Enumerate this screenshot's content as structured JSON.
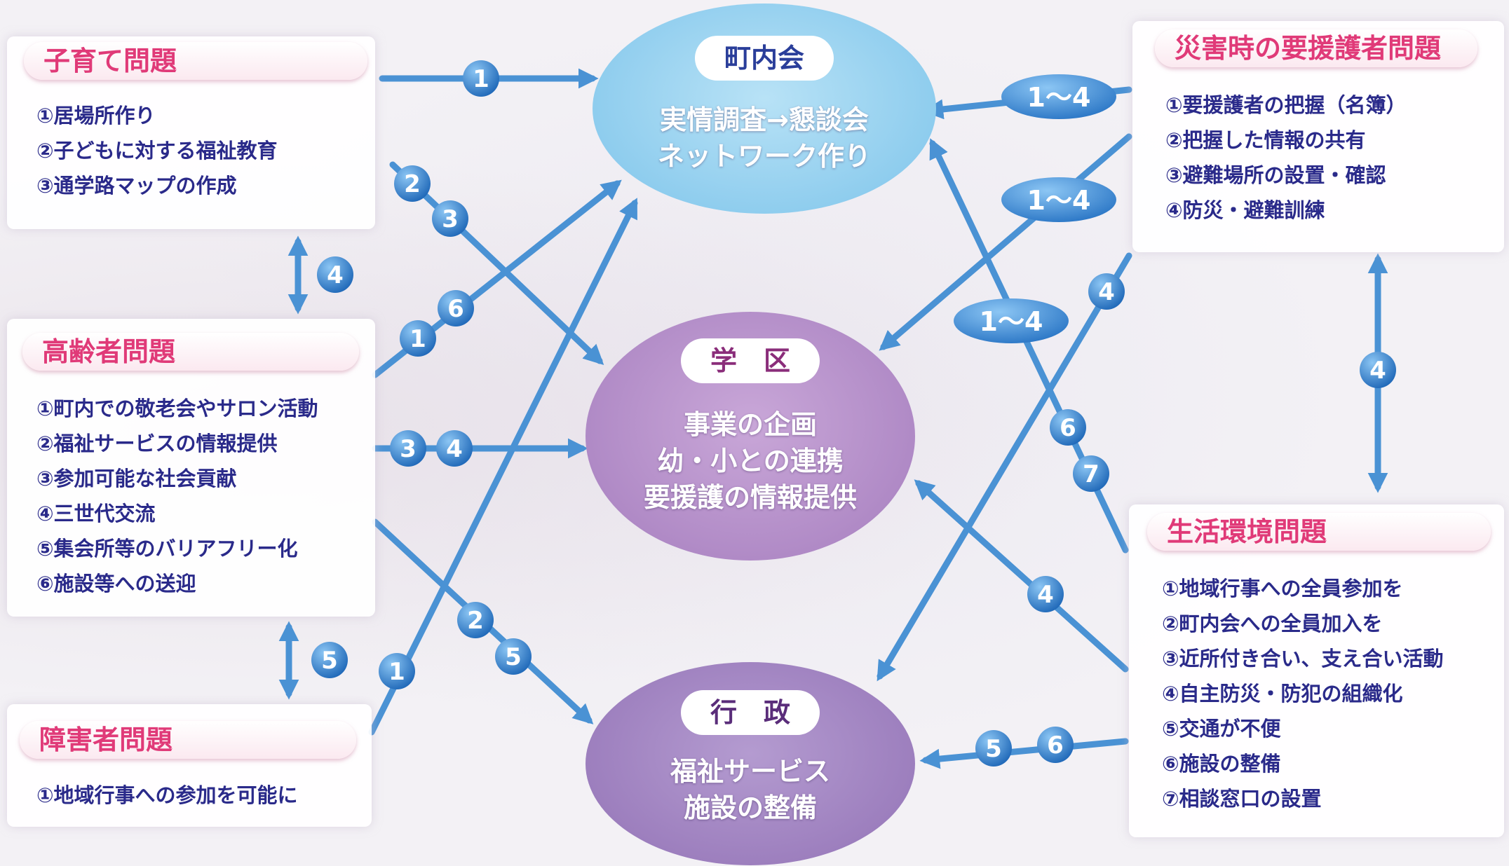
{
  "boxes": {
    "kosodate": {
      "title": "子育て問題",
      "items": [
        "①居場所作り",
        "②子どもに対する福祉教育",
        "③通学路マップの作成"
      ]
    },
    "koreisha": {
      "title": "高齢者問題",
      "items": [
        "①町内での敬老会やサロン活動",
        "②福祉サービスの情報提供",
        "③参加可能な社会貢献",
        "④三世代交流",
        "⑤集会所等のバリアフリー化",
        "⑥施設等への送迎"
      ]
    },
    "shogaisha": {
      "title": "障害者問題",
      "items": [
        "①地域行事への参加を可能に"
      ]
    },
    "saigai": {
      "title": "災害時の要援護者問題",
      "items": [
        "①要援護者の把握（名簿）",
        "②把握した情報の共有",
        "③避難場所の設置・確認",
        "④防災・避難訓練"
      ]
    },
    "seikatsu": {
      "title": "生活環境問題",
      "items": [
        "①地域行事への全員参加を",
        "②町内会への全員加入を",
        "③近所付き合い、支え合い活動",
        "④自主防災・防犯の組織化",
        "⑤交通が不便",
        "⑥施設の整備",
        "⑦相談窓口の設置"
      ]
    }
  },
  "centers": {
    "chonaikai": {
      "title": "町内会",
      "lines": [
        "実情調査→懇談会",
        "ネットワーク作り"
      ]
    },
    "gakku": {
      "title": "学　区",
      "lines": [
        "事業の企画",
        "幼・小との連携",
        "要援護の情報提供"
      ]
    },
    "gyosei": {
      "title": "行　政",
      "lines": [
        "福祉サービス",
        "施設の整備"
      ]
    }
  },
  "badges": {
    "b1": "1",
    "b2": "2",
    "b3": "3",
    "b4": "4",
    "b5": "5",
    "b6": "6",
    "b7": "7",
    "range": "1～4"
  },
  "colors": {
    "arrow": "#4a92d4",
    "badge": "#2f7cc9",
    "title_text": "#e03a78",
    "item_text": "#2a2a8a",
    "chonaikai_fill": "#9fd6f0",
    "gakku_fill": "#b38ac6",
    "gyosei_fill": "#9d7fbe"
  }
}
